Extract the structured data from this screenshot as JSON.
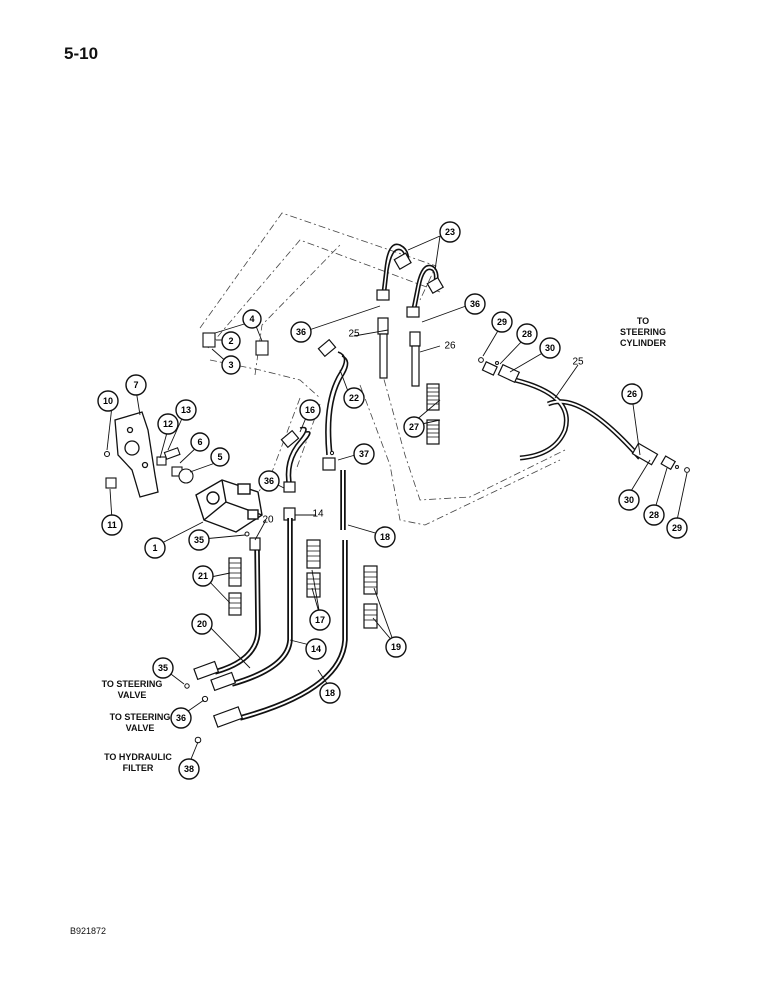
{
  "page": {
    "number": "5-10",
    "figure_code": "B921872"
  },
  "notes": {
    "to_steering_cylinder": [
      "TO",
      "STEERING",
      "CYLINDER"
    ],
    "to_steering_valve_a": [
      "TO STEERING",
      "VALVE"
    ],
    "to_steering_valve_b": [
      "TO STEERING",
      "VALVE"
    ],
    "to_hydraulic_filter": [
      "TO HYDRAULIC",
      "FILTER"
    ]
  },
  "callouts": [
    {
      "id": "c23",
      "label": "23"
    },
    {
      "id": "c36a",
      "label": "36"
    },
    {
      "id": "c36b",
      "label": "36"
    },
    {
      "id": "c29a",
      "label": "29"
    },
    {
      "id": "c28a",
      "label": "28"
    },
    {
      "id": "c30a",
      "label": "30"
    },
    {
      "id": "c4",
      "label": "4"
    },
    {
      "id": "c2",
      "label": "2"
    },
    {
      "id": "c3",
      "label": "3"
    },
    {
      "id": "c25a",
      "label": "25"
    },
    {
      "id": "c26a",
      "label": "26"
    },
    {
      "id": "c25b",
      "label": "25"
    },
    {
      "id": "c26b",
      "label": "26"
    },
    {
      "id": "c7",
      "label": "7"
    },
    {
      "id": "c10",
      "label": "10"
    },
    {
      "id": "c13",
      "label": "13"
    },
    {
      "id": "c12",
      "label": "12"
    },
    {
      "id": "c6",
      "label": "6"
    },
    {
      "id": "c5",
      "label": "5"
    },
    {
      "id": "c11",
      "label": "11"
    },
    {
      "id": "c1",
      "label": "1"
    },
    {
      "id": "c16",
      "label": "16"
    },
    {
      "id": "c22",
      "label": "22"
    },
    {
      "id": "c27",
      "label": "27"
    },
    {
      "id": "c37",
      "label": "37"
    },
    {
      "id": "c36c",
      "label": "36"
    },
    {
      "id": "c20a",
      "label": "20"
    },
    {
      "id": "c14a",
      "label": "14"
    },
    {
      "id": "c35a",
      "label": "35"
    },
    {
      "id": "c18a",
      "label": "18"
    },
    {
      "id": "c30b",
      "label": "30"
    },
    {
      "id": "c28b",
      "label": "28"
    },
    {
      "id": "c29b",
      "label": "29"
    },
    {
      "id": "c21",
      "label": "21"
    },
    {
      "id": "c17",
      "label": "17"
    },
    {
      "id": "c19",
      "label": "19"
    },
    {
      "id": "c20b",
      "label": "20"
    },
    {
      "id": "c14b",
      "label": "14"
    },
    {
      "id": "c35b",
      "label": "35"
    },
    {
      "id": "c18b",
      "label": "18"
    },
    {
      "id": "c36d",
      "label": "36"
    },
    {
      "id": "c38",
      "label": "38"
    }
  ]
}
